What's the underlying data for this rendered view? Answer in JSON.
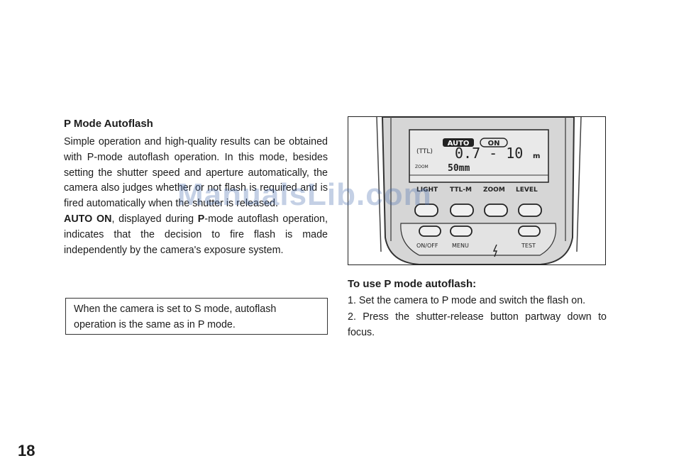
{
  "left": {
    "heading": "P Mode Autoflash",
    "p1": "Simple operation and high-quality results can be obtained with P-mode autoflash operation. In this mode, besides setting the shutter speed and aperture automatically, the camera also judges whether or not flash is required and is fired automatically when the shutter is released.",
    "p2_strong": "AUTO ON",
    "p2_mid": ", displayed during ",
    "p2_p": "P",
    "p2_rest": "-mode autoflash operation, indicates that the decision to fire flash is made independently by the camera's exposure system.",
    "note": "When the camera is set to S mode, autoflash operation is the same as in P mode."
  },
  "figure": {
    "auto_label": "AUTO",
    "on_label": "ON",
    "ttl_label": "(TTL)",
    "range_value": "0.7 - 10",
    "range_unit": "m",
    "zoom_label": "ZOOM",
    "zoom_value": "50mm",
    "btn_light": "LIGHT",
    "btn_ttl": "TTL-M",
    "btn_zoom": "ZOOM",
    "btn_level": "LEVEL",
    "btn_onoff": "ON/OFF",
    "btn_menu": "MENU",
    "btn_test": "TEST"
  },
  "right": {
    "heading": "To use P mode autoflash:",
    "step1": "1. Set the camera to P mode and switch the flash on.",
    "step2": "2. Press the shutter-release button partway down to focus."
  },
  "watermark": "ManualsLib.com",
  "page_number": "18"
}
